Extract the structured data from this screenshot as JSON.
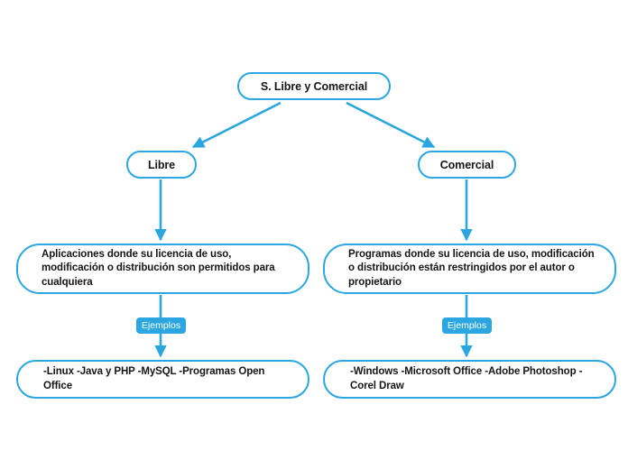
{
  "diagram": {
    "title": "S. Libre y Comercial",
    "accent_color": "#2BA6E0",
    "text_color": "#161616",
    "background_color": "#ffffff",
    "nodes": {
      "root": {
        "label": "S. Libre y Comercial"
      },
      "libre": {
        "label": "Libre"
      },
      "comercial": {
        "label": "Comercial"
      },
      "desc_libre": {
        "label": "Aplicaciones donde su licencia de uso, modificación o distribución son permitidos para cualquiera"
      },
      "desc_comercial": {
        "label": "Programas donde su licencia de uso, modificación o distribución están restringidos por el autor o propietario"
      },
      "examples_libre": {
        "label": "-Linux -Java y PHP -MySQL -Programas Open Office"
      },
      "examples_comercial": {
        "label": "-Windows -Microsoft Office -Adobe Photoshop -Corel Draw"
      }
    },
    "edge_labels": {
      "libre_examples": "Ejemplos",
      "comercial_examples": "Ejemplos"
    }
  }
}
